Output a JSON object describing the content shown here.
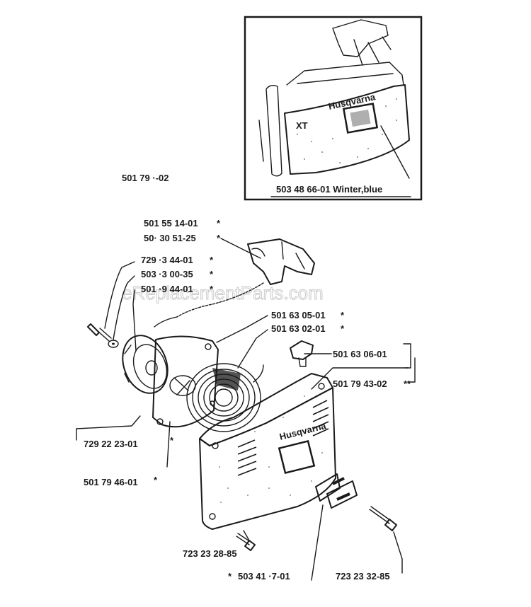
{
  "watermark": "eReplacementParts.com",
  "inset": {
    "brand": "Husqvarna",
    "code": "XT",
    "label": "503 48 66-01 Winter,blue"
  },
  "brand_on_housing": "Husqvarna",
  "labels": {
    "kit_ref": "501 79 ·-02",
    "p1": "501 55 14-01",
    "p1_star": "*",
    "p2": "50· 30 51-25",
    "p2_star": "*",
    "p3": "729 ·3 44-01",
    "p3_star": "*",
    "p4": "503 ·3 00-35",
    "p4_star": "*",
    "p5": "501 ·9 44-01",
    "p5_star": "*",
    "p6": "501 63 05-01",
    "p6_star": "*",
    "p7": "501 63 02-01",
    "p7_star": "*",
    "p8": "501 63 06-01",
    "p9": "501 79 43-02",
    "p9_star": "**",
    "p10": "729 22 23-01",
    "p10_star": "*",
    "p11": "501 79 46-01",
    "p11_star": "*",
    "p12": "723 23 28-85",
    "p13_star": "*",
    "p13": "503 41 ·7-01",
    "p14": "723 23 32-85"
  }
}
